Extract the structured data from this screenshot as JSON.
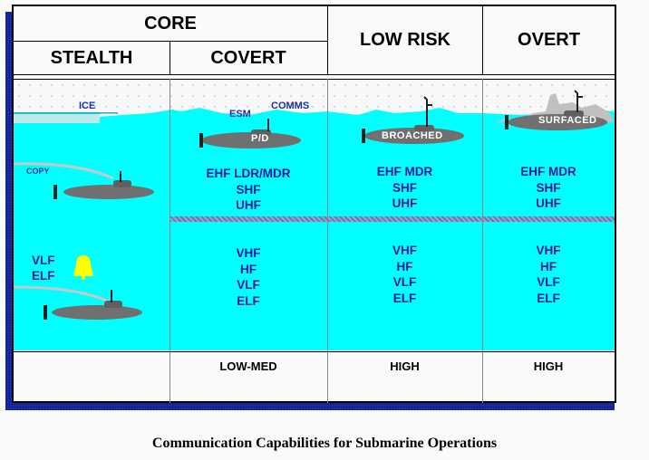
{
  "header": {
    "core": "CORE",
    "stealth": "STEALTH",
    "covert": "COVERT",
    "low_risk": "LOW RISK",
    "overt": "OVERT"
  },
  "labels": {
    "ice": "ICE",
    "copy": "COPY",
    "esm": "ESM",
    "comms": "COMMS"
  },
  "submarines": {
    "covert": "P/D",
    "low_risk": "BROACHED",
    "overt": "SURFACED"
  },
  "stealth": {
    "deep_freq": [
      "VLF",
      "ELF"
    ]
  },
  "columns": [
    {
      "name": "COVERT",
      "upper_freq": [
        "EHF LDR/MDR",
        "SHF",
        "UHF"
      ],
      "lower_freq": [
        "VHF",
        "HF",
        "VLF",
        "ELF"
      ],
      "risk": "LOW-MED"
    },
    {
      "name": "LOW RISK",
      "upper_freq": [
        "EHF MDR",
        "SHF",
        "UHF"
      ],
      "lower_freq": [
        "VHF",
        "HF",
        "VLF",
        "ELF"
      ],
      "risk": "HIGH"
    },
    {
      "name": "OVERT",
      "upper_freq": [
        "EHF MDR",
        "SHF",
        "UHF"
      ],
      "lower_freq": [
        "VHF",
        "HF",
        "VLF",
        "ELF"
      ],
      "risk": "HIGH"
    }
  ],
  "caption": "Communication Capabilities for Submarine Operations",
  "colors": {
    "water": "#00ffff",
    "text_blue": "#1a1a9a",
    "shadow_blue": "#1a2fa8",
    "bell": "#ffff00",
    "submarine": "#707070"
  }
}
